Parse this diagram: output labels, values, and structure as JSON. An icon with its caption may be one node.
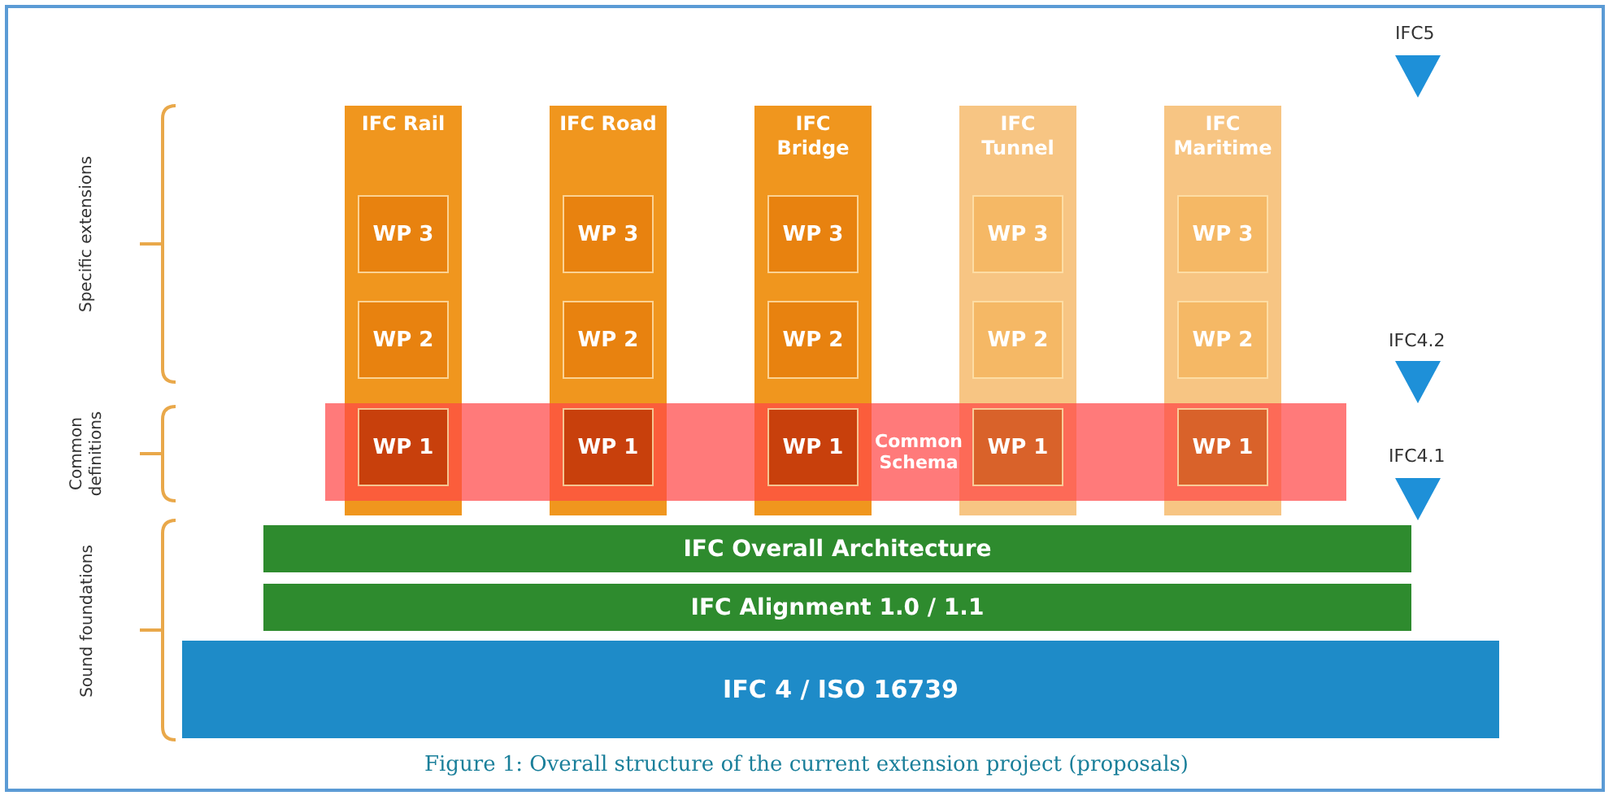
{
  "diagram": {
    "caption": "Figure 1: Overall structure of the current extension project (proposals)",
    "nodes": [
      {
        "text": [
          "IFC Rail"
        ]
      },
      {
        "text": [
          "WP 3"
        ],
        "in": 0
      },
      {
        "text": [
          "WP 2"
        ],
        "in": 0
      },
      {
        "text": [
          "WP 1"
        ]
      },
      {
        "text": [
          "IFC Road"
        ]
      },
      {
        "text": [
          "WP 3"
        ],
        "in": 4
      },
      {
        "text": [
          "WP 2"
        ],
        "in": 4
      },
      {
        "text": [
          "WP 1"
        ]
      },
      {
        "text": [
          "IFC Bridge"
        ]
      },
      {
        "text": [
          "WP 3"
        ],
        "in": 8
      },
      {
        "text": [
          "WP 2"
        ],
        "in": 8
      },
      {
        "text": [
          "WP 1"
        ]
      },
      {
        "text": [
          "IFC Tunnel"
        ]
      },
      {
        "text": [
          "WP 3"
        ],
        "in": 12
      },
      {
        "text": [
          "WP 2"
        ],
        "in": 12
      },
      {
        "text": [
          "WP 1"
        ]
      },
      {
        "text": [
          "IFC Maritime"
        ]
      },
      {
        "text": [
          "WP 3"
        ],
        "in": 16
      },
      {
        "text": [
          "WP 2"
        ],
        "in": 16
      },
      {
        "text": [
          "WP 1"
        ]
      },
      {
        "text": [
          "Common Schema"
        ]
      },
      {
        "text": [
          "IFC Overall Architecture"
        ]
      },
      {
        "text": [
          "IFC Alignment 1.0 / 1.1"
        ]
      },
      {
        "text": [
          "IFC 4 / ISO 16739"
        ]
      }
    ],
    "edges": [],
    "labels": [
      "IFC5",
      "Specific extensions",
      "IFC4.2",
      "Common definitions",
      "IFC4.1",
      "Sound foundations"
    ]
  }
}
